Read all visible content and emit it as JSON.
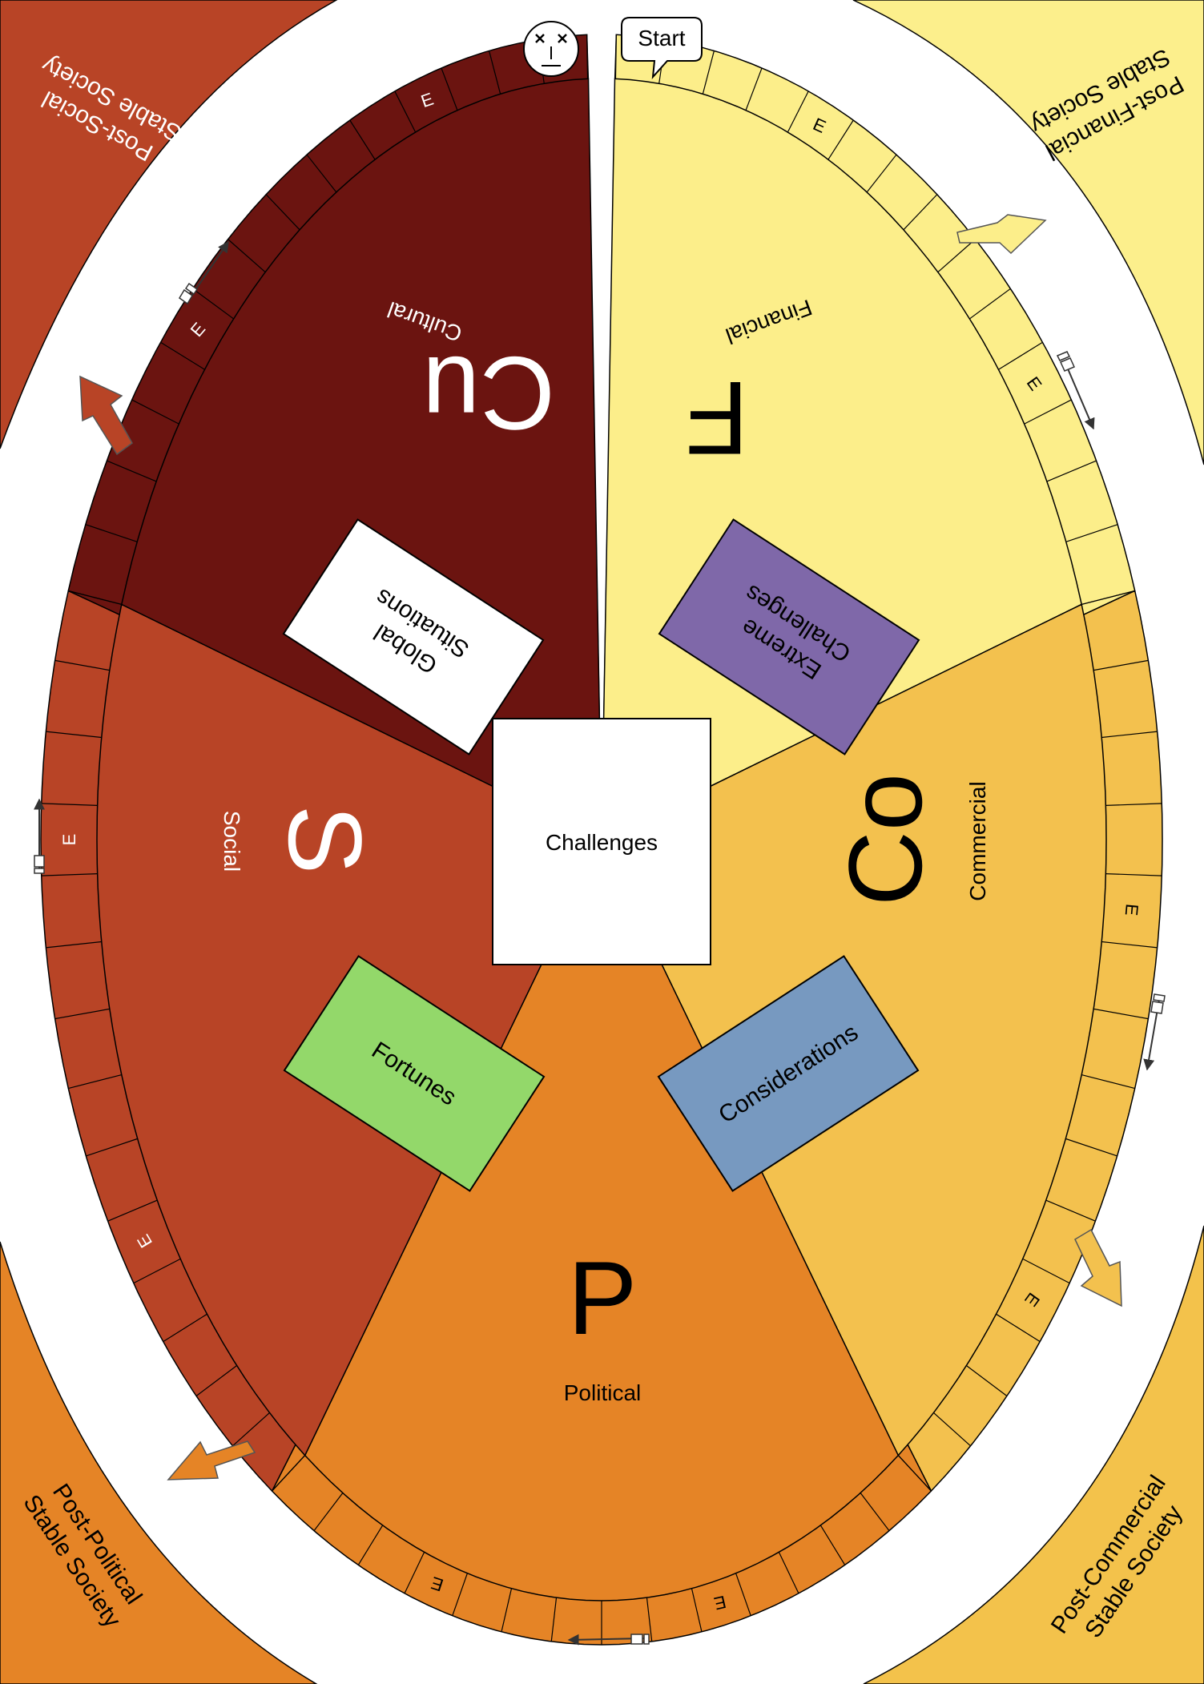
{
  "colors": {
    "cultural": "#6b1410",
    "financial": "#fcee8a",
    "commercial": "#f3c14e",
    "political": "#e58426",
    "social": "#b84426",
    "card_global": "#ffffff",
    "card_extreme": "#7f68a9",
    "card_fortunes": "#93d86a",
    "card_considerations": "#7799c0",
    "corner_social": "#b84426",
    "corner_financial": "#fcef8c",
    "corner_commercial": "#f3c24b",
    "corner_political": "#e58426"
  },
  "start_label": "Start",
  "skull_icon": "dead-face-icon",
  "center_label": "Challenges",
  "sectors": {
    "cultural": {
      "letter": "Cu",
      "name": "Cultural"
    },
    "financial": {
      "letter": "F",
      "name": "Financial"
    },
    "commercial": {
      "letter": "Co",
      "name": "Commercial"
    },
    "political": {
      "letter": "P",
      "name": "Political"
    },
    "social": {
      "letter": "S",
      "name": "Social"
    }
  },
  "cards": {
    "global": {
      "line1": "Global",
      "line2": "Situations"
    },
    "extreme": {
      "line1": "Extreme",
      "line2": "Challenges"
    },
    "fortunes": "Fortunes",
    "considerations": "Considerations"
  },
  "track_event_marker": "E",
  "corners": {
    "social": {
      "line1": "Post-Social",
      "line2": "Stable Society"
    },
    "financial": {
      "line1": "Post-Financial",
      "line2": "Stable Society"
    },
    "commercial": {
      "line1": "Post-Commercial",
      "line2": "Stable Society"
    },
    "political": {
      "line1": "Post-Political",
      "line2": "Stable Society"
    }
  }
}
